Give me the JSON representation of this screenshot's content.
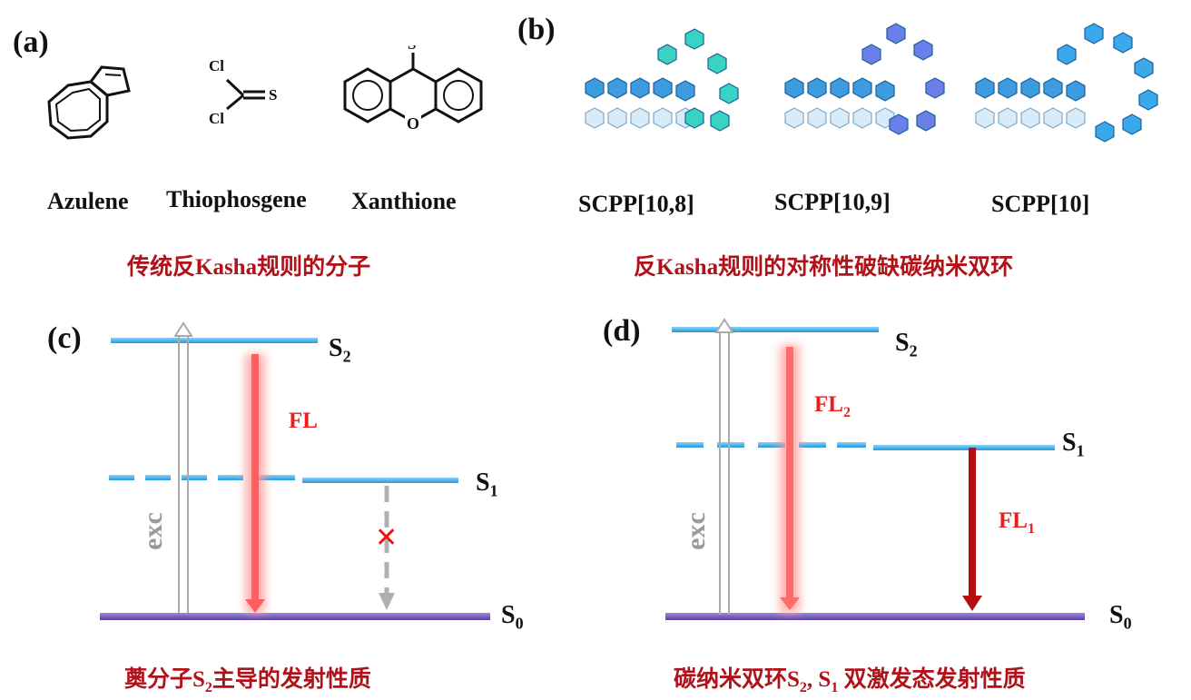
{
  "panels": {
    "a": {
      "label": "(a)",
      "molecules": [
        {
          "name": "Azulene"
        },
        {
          "name": "Thiophosgene",
          "atoms": {
            "cl1": "Cl",
            "cl2": "Cl",
            "s": "S"
          }
        },
        {
          "name": "Xanthione",
          "atoms": {
            "s": "S",
            "o": "O"
          }
        }
      ],
      "caption": "传统反Kasha规则的分子"
    },
    "b": {
      "label": "(b)",
      "structures": [
        {
          "name": "SCPP[10,8]"
        },
        {
          "name": "SCPP[10,9]"
        },
        {
          "name": "SCPP[10]"
        }
      ],
      "caption": "反Kasha规则的对称性破缺碳纳米双环"
    },
    "c": {
      "label": "(c)",
      "levels": {
        "s2": "S",
        "s2_sub": "2",
        "s1": "S",
        "s1_sub": "1",
        "s0": "S",
        "s0_sub": "0"
      },
      "exc": "exc",
      "fl": "FL",
      "blocked_mark": "✕",
      "caption_pre": "薁分子S",
      "caption_sub": "2",
      "caption_post": "主导的发射性质"
    },
    "d": {
      "label": "(d)",
      "levels": {
        "s2": "S",
        "s2_sub": "2",
        "s1": "S",
        "s1_sub": "1",
        "s0": "S",
        "s0_sub": "0"
      },
      "exc": "exc",
      "fl2": "FL",
      "fl2_sub": "2",
      "fl1": "FL",
      "fl1_sub": "1",
      "caption_pre": "碳纳米双环S",
      "caption_sub1": "2",
      "caption_mid": ", S",
      "caption_sub2": "1",
      "caption_post": " 双激发态发射性质"
    }
  },
  "colors": {
    "caption": "#b0121a",
    "fl_arrow": "#ff6a6a",
    "fl1_arrow": "#b50f0f",
    "level": "#2aa6e6",
    "ground": "#6a4fb0",
    "exc_arrow": "#aaaaaa"
  }
}
